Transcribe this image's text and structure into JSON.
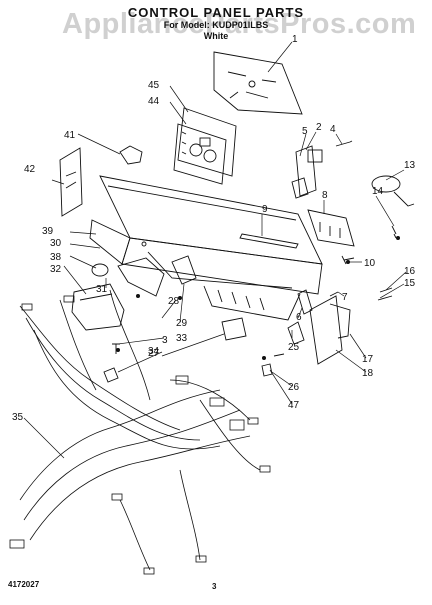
{
  "header": {
    "title": "CONTROL PANEL PARTS",
    "model": "For Model: KUDP01ILBS",
    "color": "White"
  },
  "watermark": "AppliancePartsPros.com",
  "callouts": [
    "1",
    "2",
    "3",
    "4",
    "5",
    "6",
    "7",
    "8",
    "9",
    "10",
    "13",
    "14",
    "15",
    "16",
    "17",
    "18",
    "25",
    "26",
    "27",
    "28",
    "29",
    "30",
    "31",
    "32",
    "33",
    "34",
    "35",
    "38",
    "39",
    "41",
    "42",
    "44",
    "45",
    "47"
  ],
  "footer": {
    "part_number": "4172027",
    "page": "3"
  },
  "colors": {
    "ink": "#111111",
    "watermark": "#c8c8c8",
    "background": "#ffffff"
  }
}
